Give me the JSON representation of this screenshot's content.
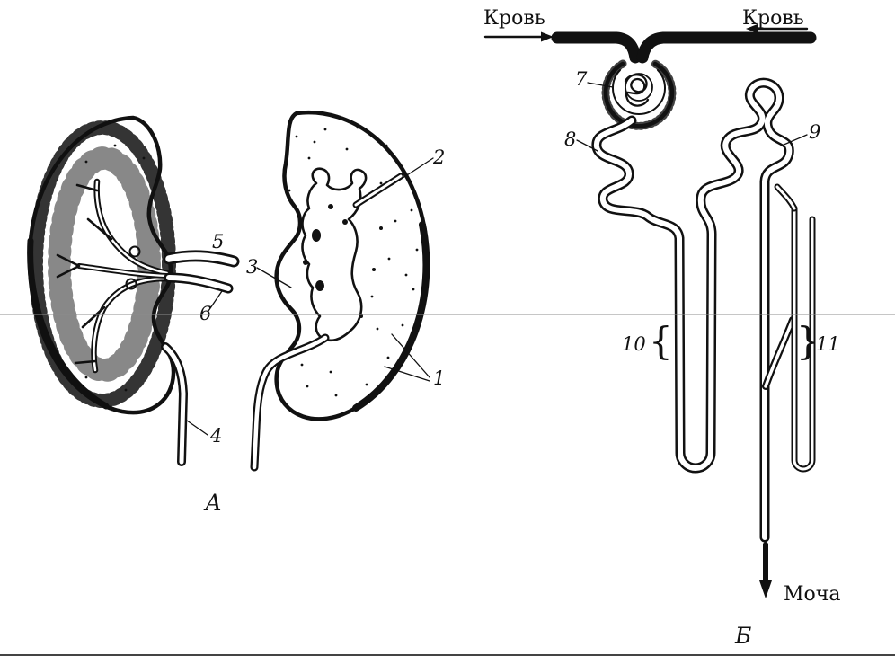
{
  "panel_a": {
    "figure_label": "А",
    "callouts": {
      "c1": "1",
      "c2": "2",
      "c3": "3",
      "c4": "4",
      "c5": "5",
      "c6": "6"
    }
  },
  "panel_b": {
    "figure_label": "Б",
    "blood_label_left": "Кровь",
    "blood_label_right": "Кровь",
    "urine_label": "Моча",
    "brace_left": "{",
    "brace_right": "}",
    "callouts": {
      "c7": "7",
      "c8": "8",
      "c9": "9",
      "c10": "10",
      "c11": "11"
    }
  },
  "colors": {
    "ink": "#111111",
    "background": "#ffffff",
    "fold_line": "#8c8c8c"
  }
}
